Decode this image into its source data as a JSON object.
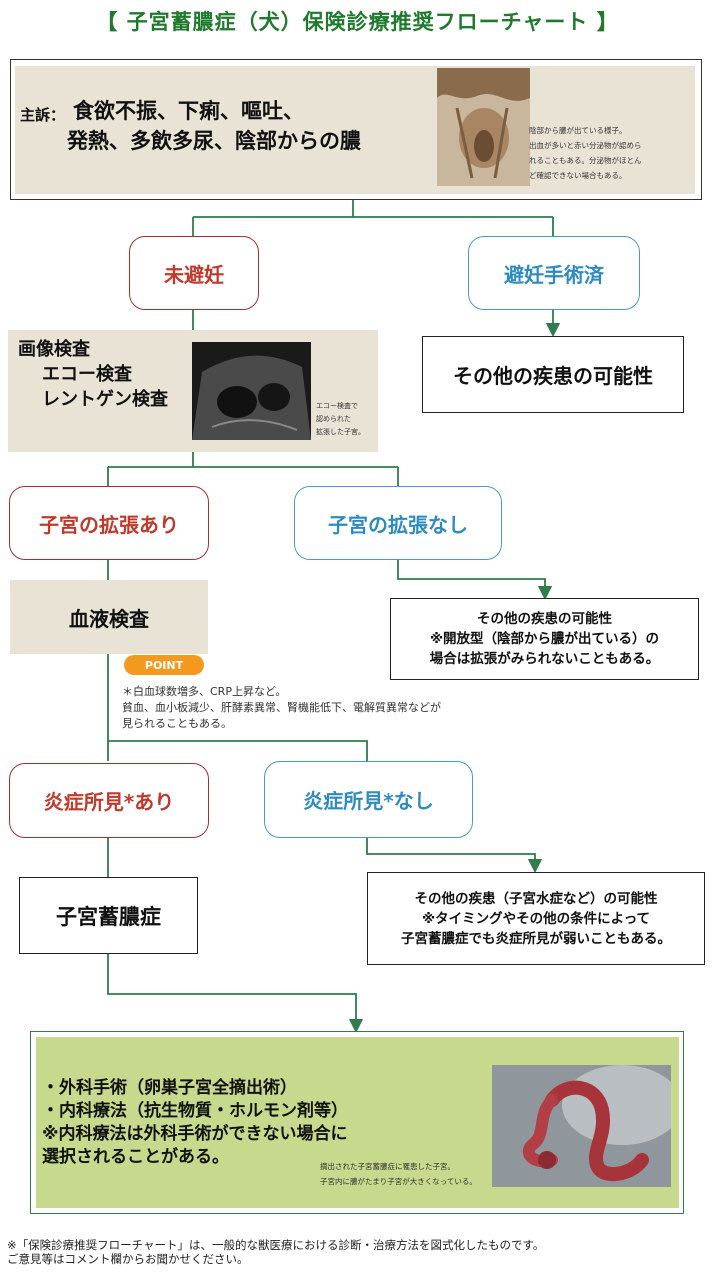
{
  "title": "【 子宮蓄膿症（犬）保険診療推奨フローチャート 】",
  "complaint": {
    "label": "主訴：",
    "line1": "食欲不振、下痢、嘔吐、",
    "line2": "発熱、多飲多尿、陰部からの膿",
    "photo_caption": [
      "陰部から膿が出ている様子。",
      "出血が多いと赤い分泌物が認めら",
      "れることもある。分泌物がほとん",
      "ど確認できない場合もある。"
    ]
  },
  "nodes": {
    "not_spayed": "未避妊",
    "spayed": "避妊手術済",
    "other_disease": "その他の疾患の可能性",
    "imaging_title": "画像検査",
    "imaging_echo": "エコー検査",
    "imaging_xray": "レントゲン検査",
    "imaging_caption": [
      "エコー検査で",
      "認められた",
      "拡張した子宮。"
    ],
    "dilation_yes": "子宮の拡張あり",
    "dilation_no": "子宮の拡張なし",
    "dilation_no_note": [
      "その他の疾患の可能性",
      "※開放型（陰部から膿が出ている）の",
      "場合は拡張がみられないこともある。"
    ],
    "blood_test": "血液検査",
    "point_badge": "POINT",
    "point_note": [
      "＊白血球数増多、CRP上昇など。",
      "貧血、血小板減少、肝酵素異常、腎機能低下、電解質異常などが",
      "見られることもある。"
    ],
    "inflammation_yes": "炎症所見*あり",
    "inflammation_no": "炎症所見*なし",
    "inflammation_no_note": [
      "その他の疾患（子宮水症など）の可能性",
      "※タイミングやその他の条件によって",
      "子宮蓄膿症でも炎症所見が弱いこともある。"
    ],
    "diagnosis": "子宮蓄膿症"
  },
  "treatment": {
    "lines": [
      "・外科手術（卵巣子宮全摘出術）",
      "・内科療法（抗生物質・ホルモン剤等）",
      "※内科療法は外科手術ができない場合に",
      "選択されることがある。"
    ],
    "photo_caption": [
      "摘出された子宮蓄膿症に罹患した子宮。",
      "子宮内に膿がたまり子宮が大きくなっている。"
    ]
  },
  "footer": [
    "※「保険診療推奨フローチャート」は、一般的な獣医療における診断・治療方法を図式化したものです。",
    "ご意見等はコメント欄からお聞かせください。"
  ],
  "colors": {
    "line": "#2e7d4a",
    "title": "#1f7a2e",
    "red": "#c0392b",
    "blue": "#2e8bc0",
    "point": "#f39a1e",
    "final_bg": "#c7d98c",
    "beige": "#e9e3d6"
  }
}
